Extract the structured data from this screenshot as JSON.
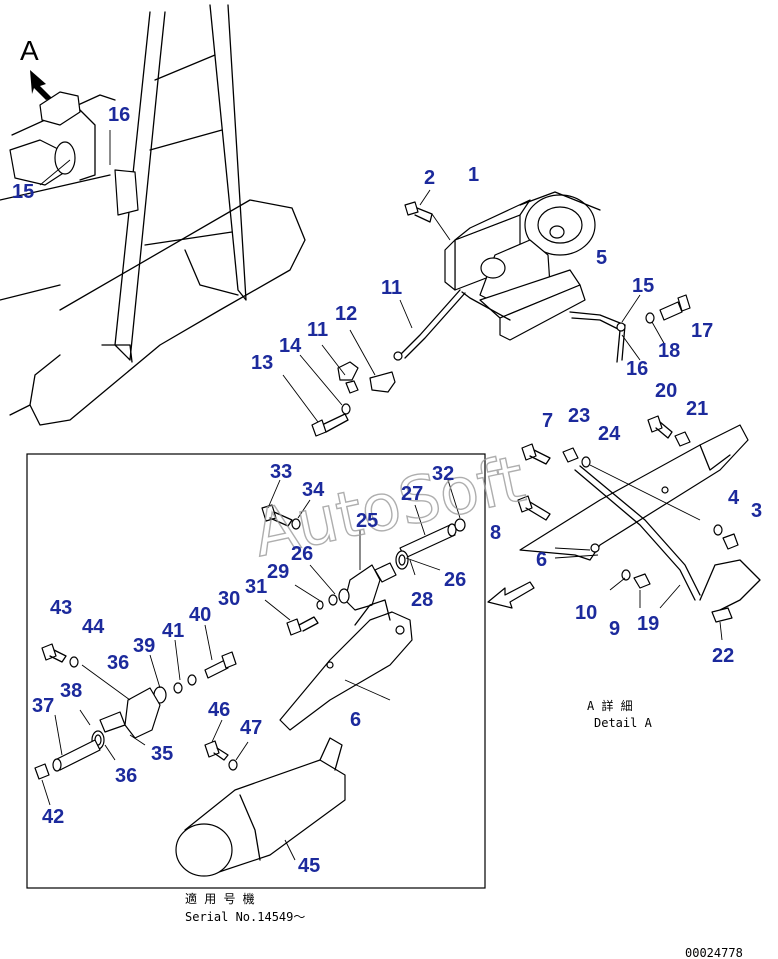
{
  "view_label": "A",
  "watermark": "AutoSoft",
  "detail_caption": {
    "jp": "A 詳 細",
    "en": "Detail A"
  },
  "serial_caption": {
    "jp": "適 用 号 機",
    "en": "Serial No.14549～"
  },
  "doc_number": "00024778",
  "callouts": {
    "c1": "1",
    "c2": "2",
    "c3": "3",
    "c4": "4",
    "c5": "5",
    "c6a": "6",
    "c6b": "6",
    "c7": "7",
    "c8": "8",
    "c9": "9",
    "c10": "10",
    "c11a": "11",
    "c11b": "11",
    "c12": "12",
    "c13": "13",
    "c14": "14",
    "c15a": "15",
    "c15b": "15",
    "c16a": "16",
    "c16b": "16",
    "c17": "17",
    "c18": "18",
    "c19": "19",
    "c20": "20",
    "c21": "21",
    "c22": "22",
    "c23": "23",
    "c24": "24",
    "c25": "25",
    "c26a": "26",
    "c26b": "26",
    "c27": "27",
    "c28": "28",
    "c29": "29",
    "c30": "30",
    "c31": "31",
    "c32": "32",
    "c33": "33",
    "c34": "34",
    "c35": "35",
    "c36a": "36",
    "c36b": "36",
    "c37": "37",
    "c38": "38",
    "c39": "39",
    "c40": "40",
    "c41": "41",
    "c42": "42",
    "c43": "43",
    "c44": "44",
    "c45": "45",
    "c46": "46",
    "c47": "47"
  }
}
